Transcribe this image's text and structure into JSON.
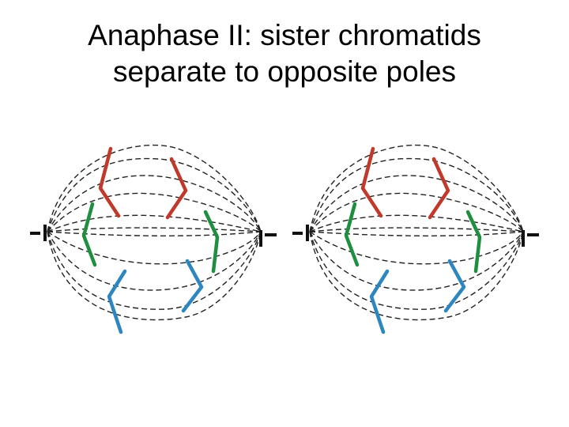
{
  "title": {
    "line1": "Anaphase II: sister chromatids",
    "line2": "separate to opposite poles"
  },
  "colors": {
    "background": "#ffffff",
    "fiber": "#222222",
    "pole": "#111111",
    "red_chromatids": "#c0392b",
    "green_chromatids": "#1e8f3e",
    "blue_chromatids": "#2e86c1"
  },
  "cells": [
    {
      "name": "left-cell"
    },
    {
      "name": "right-cell"
    }
  ]
}
